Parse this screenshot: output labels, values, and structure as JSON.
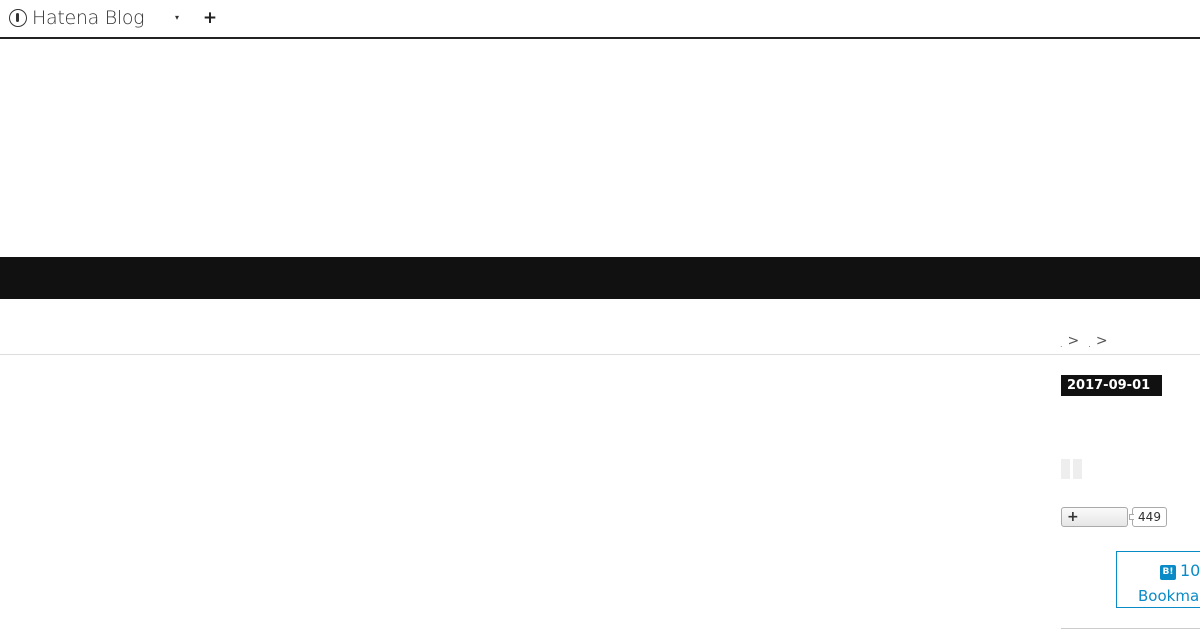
{
  "header": {
    "logo_text": "Hatena Blog",
    "dropdown_caret": "▾",
    "add_label": "+"
  },
  "breadcrumb": {
    "items": [
      ">",
      ">"
    ]
  },
  "entry": {
    "date": "2017-09-01"
  },
  "star": {
    "add_label": "+",
    "count": "449"
  },
  "bookmark": {
    "icon_label": "B!",
    "count": "10",
    "label": "Bookma"
  },
  "colors": {
    "band": "#111111",
    "bookmark_blue": "#0a8bc7"
  }
}
